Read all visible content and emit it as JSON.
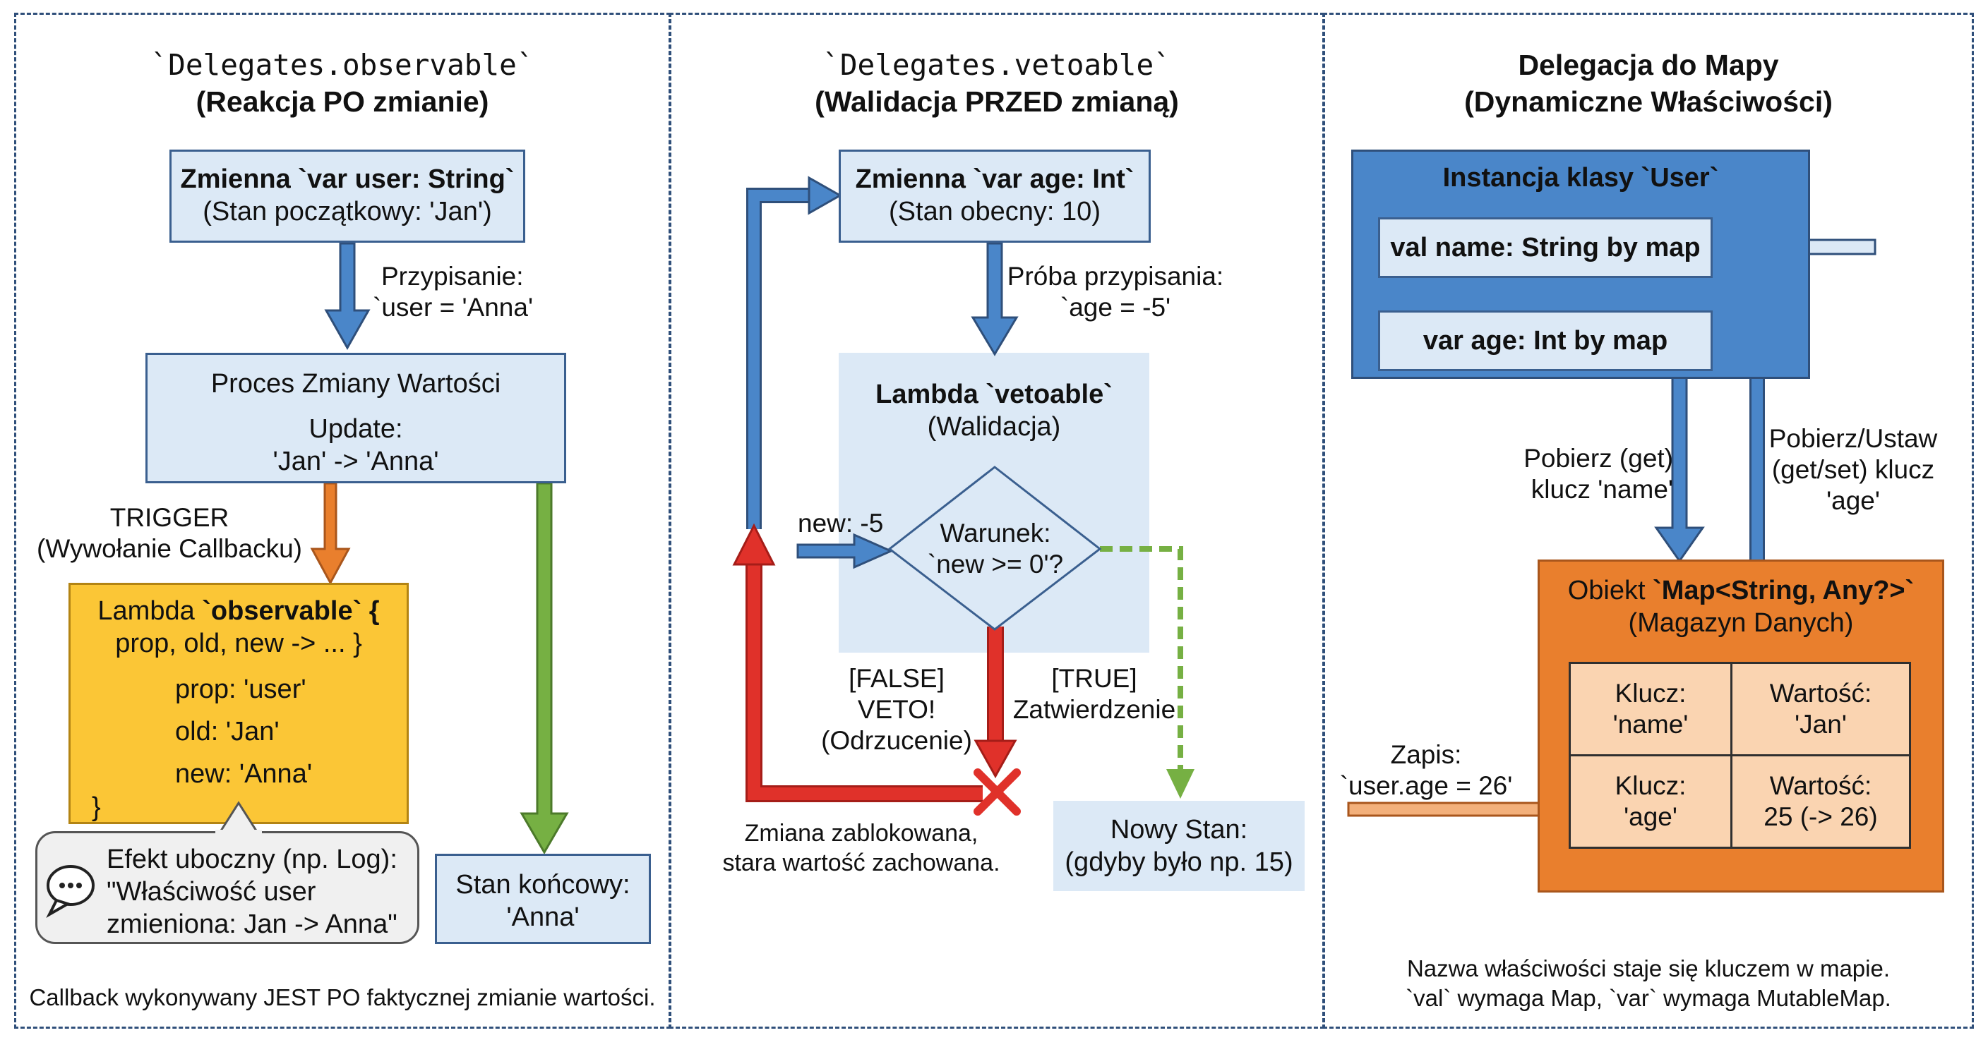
{
  "colors": {
    "light_blue": "#dce9f6",
    "blue": "#4a86c9",
    "orange": "#e97f2d",
    "yellow": "#fbc636",
    "green": "#76b043",
    "red": "#e0312a",
    "panel_border": "#2f4f7a"
  },
  "observable": {
    "title_code": "`Delegates.observable`",
    "title_sub": "(Reakcja PO zmianie)",
    "var_box": {
      "line1": "Zmienna `var user: String`",
      "line2": "(Stan początkowy: 'Jan')"
    },
    "assign_label": {
      "line1": "Przypisanie:",
      "line2": "`user = 'Anna'"
    },
    "process_box": {
      "line1": "Proces Zmiany Wartości",
      "line2": "Update:",
      "line3": "'Jan' -> 'Anna'"
    },
    "trigger_label": {
      "line1": "TRIGGER",
      "line2": "(Wywołanie Callbacku)"
    },
    "lambda_box": {
      "prefix": "Lambda ",
      "code": "`observable` {",
      "line2": "prop, old, new -> ... }",
      "items": [
        "prop: 'user'",
        "old: 'Jan'",
        "new: 'Anna'"
      ],
      "closing": "}"
    },
    "side_effect": {
      "line1": "Efekt uboczny (np. Log):",
      "line2": "\"Właściwość user",
      "line3": "zmieniona: Jan -> Anna\""
    },
    "final_box": {
      "line1": "Stan końcowy:",
      "line2": "'Anna'"
    },
    "caption": "Callback wykonywany JEST PO faktycznej zmianie wartości."
  },
  "vetoable": {
    "title_code": "`Delegates.vetoable`",
    "title_sub": "(Walidacja PRZED zmianą)",
    "var_box": {
      "line1": "Zmienna `var age: Int`",
      "line2": "(Stan obecny: 10)"
    },
    "try_label": {
      "line1": "Próba przypisania:",
      "line2": "`age = -5'"
    },
    "lambda_box": {
      "line1": "Lambda `vetoable`",
      "line2": "(Walidacja)"
    },
    "new_label": "new: -5",
    "condition": {
      "line1": "Warunek:",
      "line2": "`new >= 0'?"
    },
    "false_label": {
      "line1": "[FALSE]",
      "line2": "VETO!",
      "line3": "(Odrzucenie)"
    },
    "true_label": {
      "line1": "[TRUE]",
      "line2": "Zatwierdzenie"
    },
    "blocked_label": {
      "line1": "Zmiana zablokowana,",
      "line2": "stara wartość zachowana."
    },
    "new_state_box": {
      "line1": "Nowy Stan:",
      "line2": "(gdyby było np. 15)"
    }
  },
  "map": {
    "title": "Delegacja do Mapy",
    "title_sub": "(Dynamiczne Właściwości)",
    "instance_box": {
      "title": "Instancja klasy `User`",
      "prop1": "val name: String by map",
      "prop2": "var age: Int by map"
    },
    "get_label": {
      "line1": "Pobierz (get)",
      "line2": "klucz 'name'"
    },
    "getset_label": {
      "line1": "Pobierz/Ustaw",
      "line2": "(get/set) klucz",
      "line3": "'age'"
    },
    "map_box": {
      "prefix": "Obiekt ",
      "code": "`Map<String, Any?>`",
      "line2": "(Magazyn Danych)"
    },
    "table": [
      {
        "key_label": "Klucz:",
        "key": "'name'",
        "value_label": "Wartość:",
        "value": "'Jan'"
      },
      {
        "key_label": "Klucz:",
        "key": "'age'",
        "value_label": "Wartość:",
        "value": "25 (-> 26)"
      }
    ],
    "write_label": {
      "line1": "Zapis:",
      "line2": "`user.age = 26'"
    },
    "caption": {
      "line1": "Nazwa właściwości staje się kluczem w mapie.",
      "line2": "`val` wymaga Map, `var` wymaga MutableMap."
    }
  }
}
